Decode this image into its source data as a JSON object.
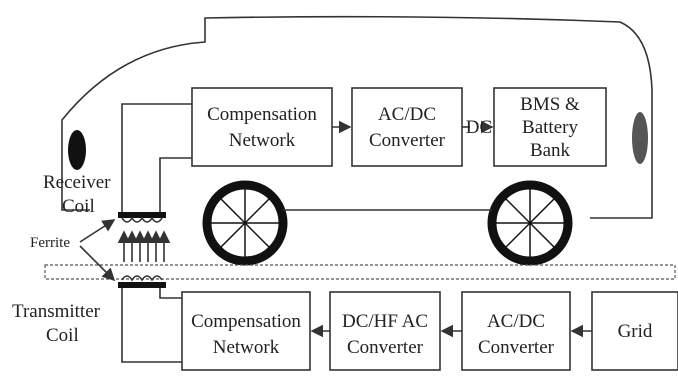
{
  "vehicle_blocks": {
    "compensation_network": [
      "Compensation",
      "Network"
    ],
    "acdc_converter": [
      "AC/DC",
      "Converter"
    ],
    "dc_link": "DC",
    "bms_battery": [
      "BMS &",
      "Battery",
      "Bank"
    ]
  },
  "ground_blocks": {
    "compensation_network": [
      "Compensation",
      "Network"
    ],
    "dchf_converter": [
      "DC/HF AC",
      "Converter"
    ],
    "acdc_converter": [
      "AC/DC",
      "Converter"
    ],
    "grid": "Grid"
  },
  "labels": {
    "receiver_coil": [
      "Receiver",
      "Coil"
    ],
    "ferrite": "Ferrite",
    "transmitter_coil": [
      "Transmitter",
      "Coil"
    ]
  },
  "colors": {
    "line": "#333333",
    "block_fill": "#ffffff",
    "wheel": "#111111"
  }
}
